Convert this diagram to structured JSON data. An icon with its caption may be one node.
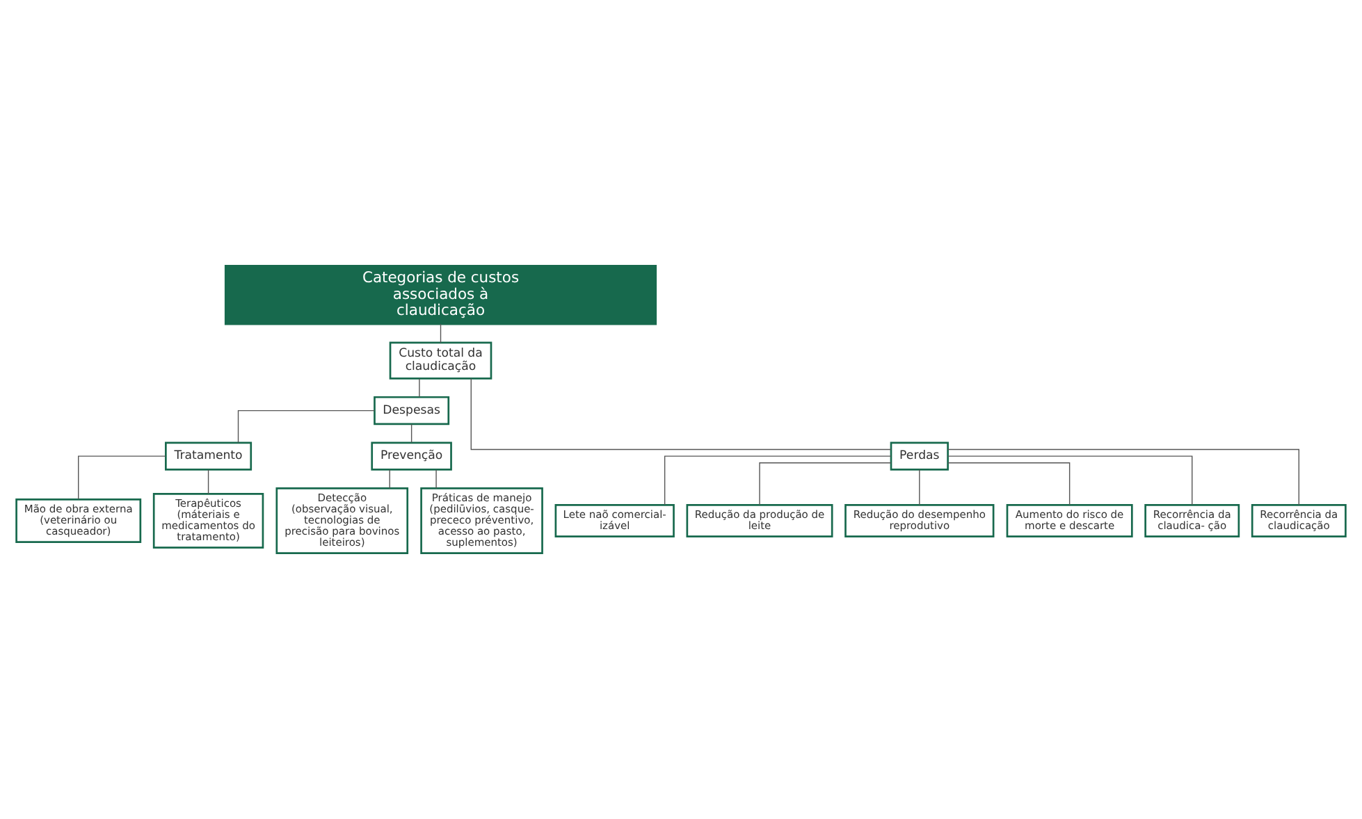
{
  "diagram": {
    "nodes": [
      {
        "text": [
          "Categorias de custos associados à claudicação"
        ]
      },
      {
        "text": [
          "Custo total da claudicação"
        ]
      },
      {
        "text": [
          "Despesas"
        ]
      },
      {
        "text": [
          "Perdas"
        ]
      },
      {
        "text": [
          "Tratamento"
        ]
      },
      {
        "text": [
          "Prevenção"
        ]
      },
      {
        "text": [
          "Mão de obra externa (veterinário ou casqueador)"
        ]
      },
      {
        "text": [
          "Terapêuticos (máteriais e medicamentos do tratamento)"
        ]
      },
      {
        "text": [
          "Detecção",
          "(observação visual, tecnologias de precisão para bovinos leiteiros)"
        ]
      },
      {
        "text": [
          "Práticas de manejo",
          "(pedilūvios, casque- prececo préventivo, acesso ao pasto, suplementos)"
        ]
      },
      {
        "text": [
          "Lete naõ comercial- izável"
        ]
      },
      {
        "text": [
          "Redução da produção de leite"
        ]
      },
      {
        "text": [
          "Redução do desempenho reprodutivo"
        ]
      },
      {
        "text": [
          "Aumento do risco de morte e descarte"
        ]
      },
      {
        "text": [
          "Recorrência da claudica- ção"
        ]
      },
      {
        "text": [
          "Recorrência da claudicação"
        ]
      }
    ],
    "edges": [
      {
        "from": 0,
        "to": 1,
        "arrow": "none"
      },
      {
        "from": 1,
        "to": 2,
        "arrow": "none"
      },
      {
        "from": 1,
        "to": 3,
        "arrow": "none"
      },
      {
        "from": 2,
        "to": 4,
        "arrow": "none"
      },
      {
        "from": 2,
        "to": 5,
        "arrow": "none"
      },
      {
        "from": 4,
        "to": 6,
        "arrow": "none"
      },
      {
        "from": 4,
        "to": 7,
        "arrow": "none"
      },
      {
        "from": 5,
        "to": 8,
        "arrow": "none"
      },
      {
        "from": 5,
        "to": 9,
        "arrow": "none"
      },
      {
        "from": 3,
        "to": 10,
        "arrow": "none"
      },
      {
        "from": 3,
        "to": 11,
        "arrow": "none"
      },
      {
        "from": 3,
        "to": 12,
        "arrow": "none"
      },
      {
        "from": 3,
        "to": 13,
        "arrow": "none"
      },
      {
        "from": 3,
        "to": 14,
        "arrow": "none"
      },
      {
        "from": 3,
        "to": 15,
        "arrow": "none"
      }
    ]
  }
}
